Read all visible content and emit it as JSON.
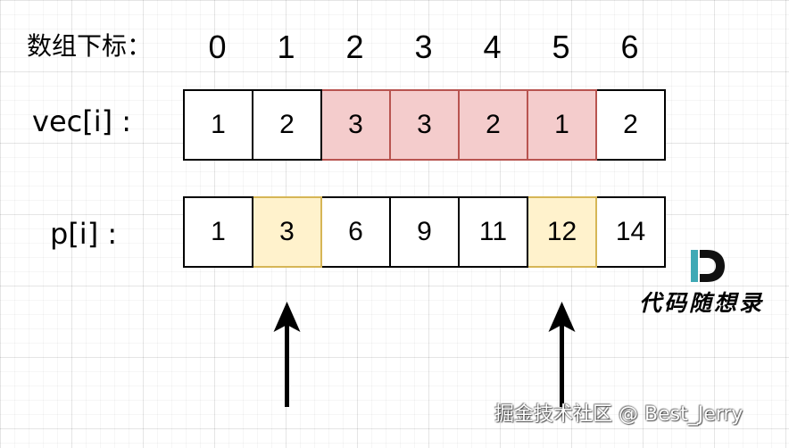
{
  "labels": {
    "index": "数组下标：",
    "vec": "vec[i] :",
    "p": "p[i] :"
  },
  "indices": [
    "0",
    "1",
    "2",
    "3",
    "4",
    "5",
    "6"
  ],
  "vec": {
    "values": [
      "1",
      "2",
      "3",
      "3",
      "2",
      "1",
      "2"
    ],
    "highlight": [
      false,
      false,
      true,
      true,
      true,
      true,
      false
    ],
    "highlight_color": "#f4cccc",
    "highlight_border": "#b85450"
  },
  "p": {
    "values": [
      "1",
      "3",
      "6",
      "9",
      "11",
      "12",
      "14"
    ],
    "highlight": [
      false,
      true,
      false,
      false,
      false,
      true,
      false
    ],
    "highlight_color": "#fff2cc",
    "highlight_border": "#d6b656"
  },
  "arrows": {
    "point_to_index": [
      1,
      5
    ],
    "icon": "up-arrow-icon"
  },
  "logo": {
    "text": "代码随想录",
    "icon": "d-logo-icon",
    "accent_color": "#3fa9b5"
  },
  "watermark": "掘金技术社区 @ Best_Jerry"
}
